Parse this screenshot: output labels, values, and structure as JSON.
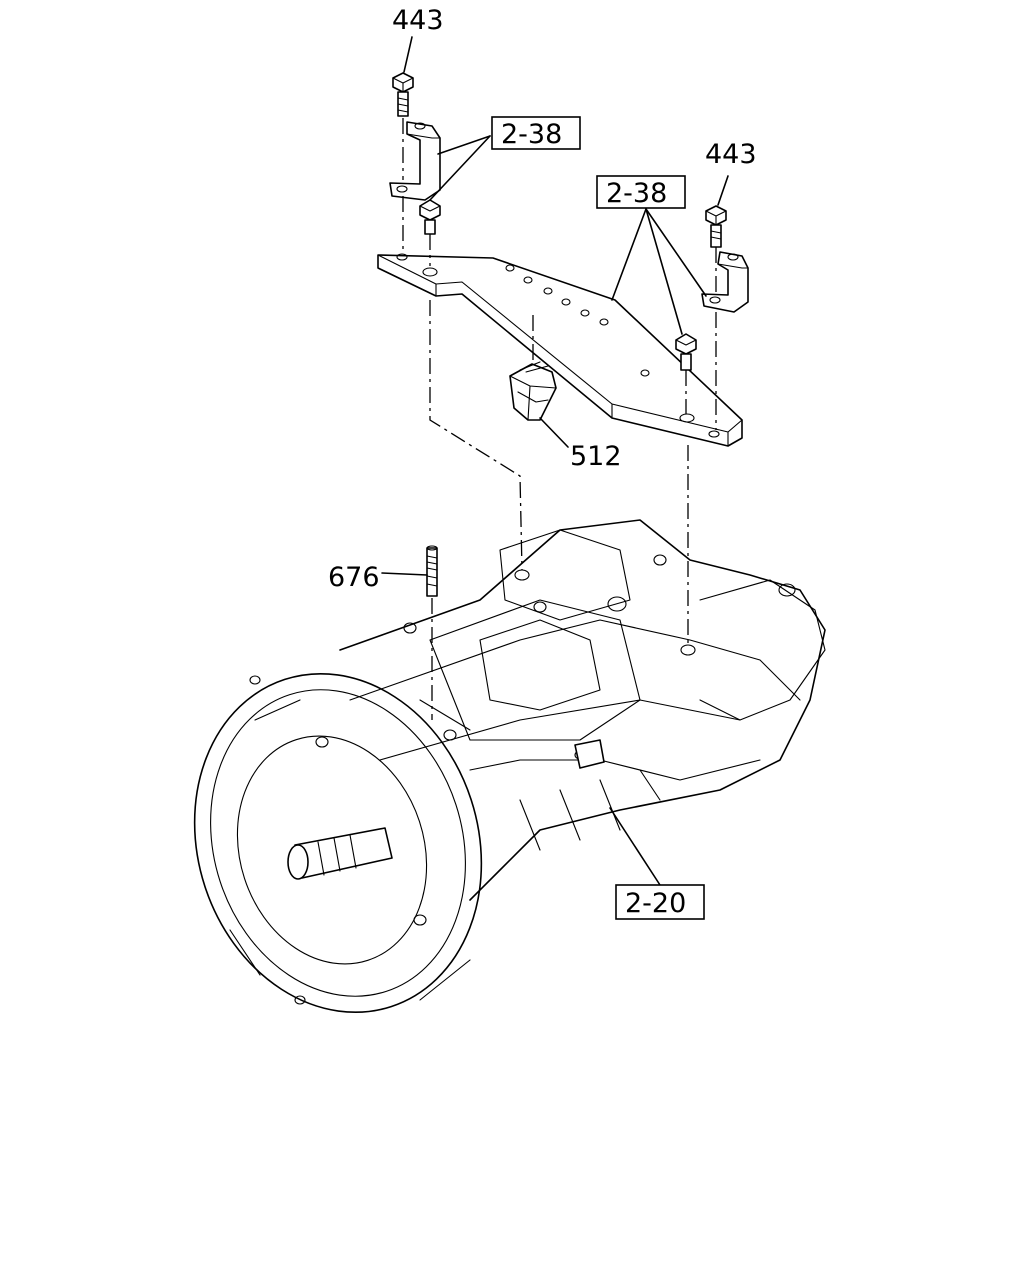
{
  "callouts": {
    "bolt_top_left": "443",
    "bolt_right": "443",
    "bracket_ref_left": "2-38",
    "bracket_ref_right": "2-38",
    "mount_rubber": "512",
    "stud": "676",
    "transmission_ref": "2-20"
  }
}
